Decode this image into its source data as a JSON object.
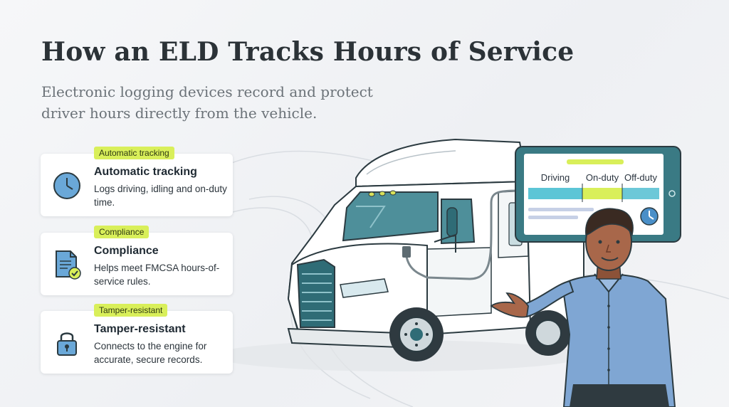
{
  "header": {
    "title": "How an ELD Tracks Hours of Service",
    "subtitle": "Electronic logging devices record and protect driver hours directly from the vehicle."
  },
  "cards": [
    {
      "tag": "Automatic tracking",
      "title": "Automatic tracking",
      "description": "Logs driving, idling and on-duty time.",
      "icon": "clock-icon"
    },
    {
      "tag": "Compliance",
      "title": "Compliance",
      "description": "Helps meet FMCSA hours-of-service rules.",
      "icon": "document-check-icon"
    },
    {
      "tag": "Tamper-resistant",
      "title": "Tamper-resistant",
      "description": "Connects to the engine for accurate, secure records.",
      "icon": "padlock-icon"
    }
  ],
  "tablet": {
    "labels": [
      "Driving",
      "On-duty",
      "Off-duty"
    ],
    "colors": {
      "driving": "#5cc5d6",
      "on_duty": "#d9ef5a",
      "off_duty": "#6cc8d8"
    }
  },
  "colors": {
    "accent": "#d9ef5a",
    "teal": "#2e6e78",
    "icon_blue": "#4a8fc8"
  }
}
